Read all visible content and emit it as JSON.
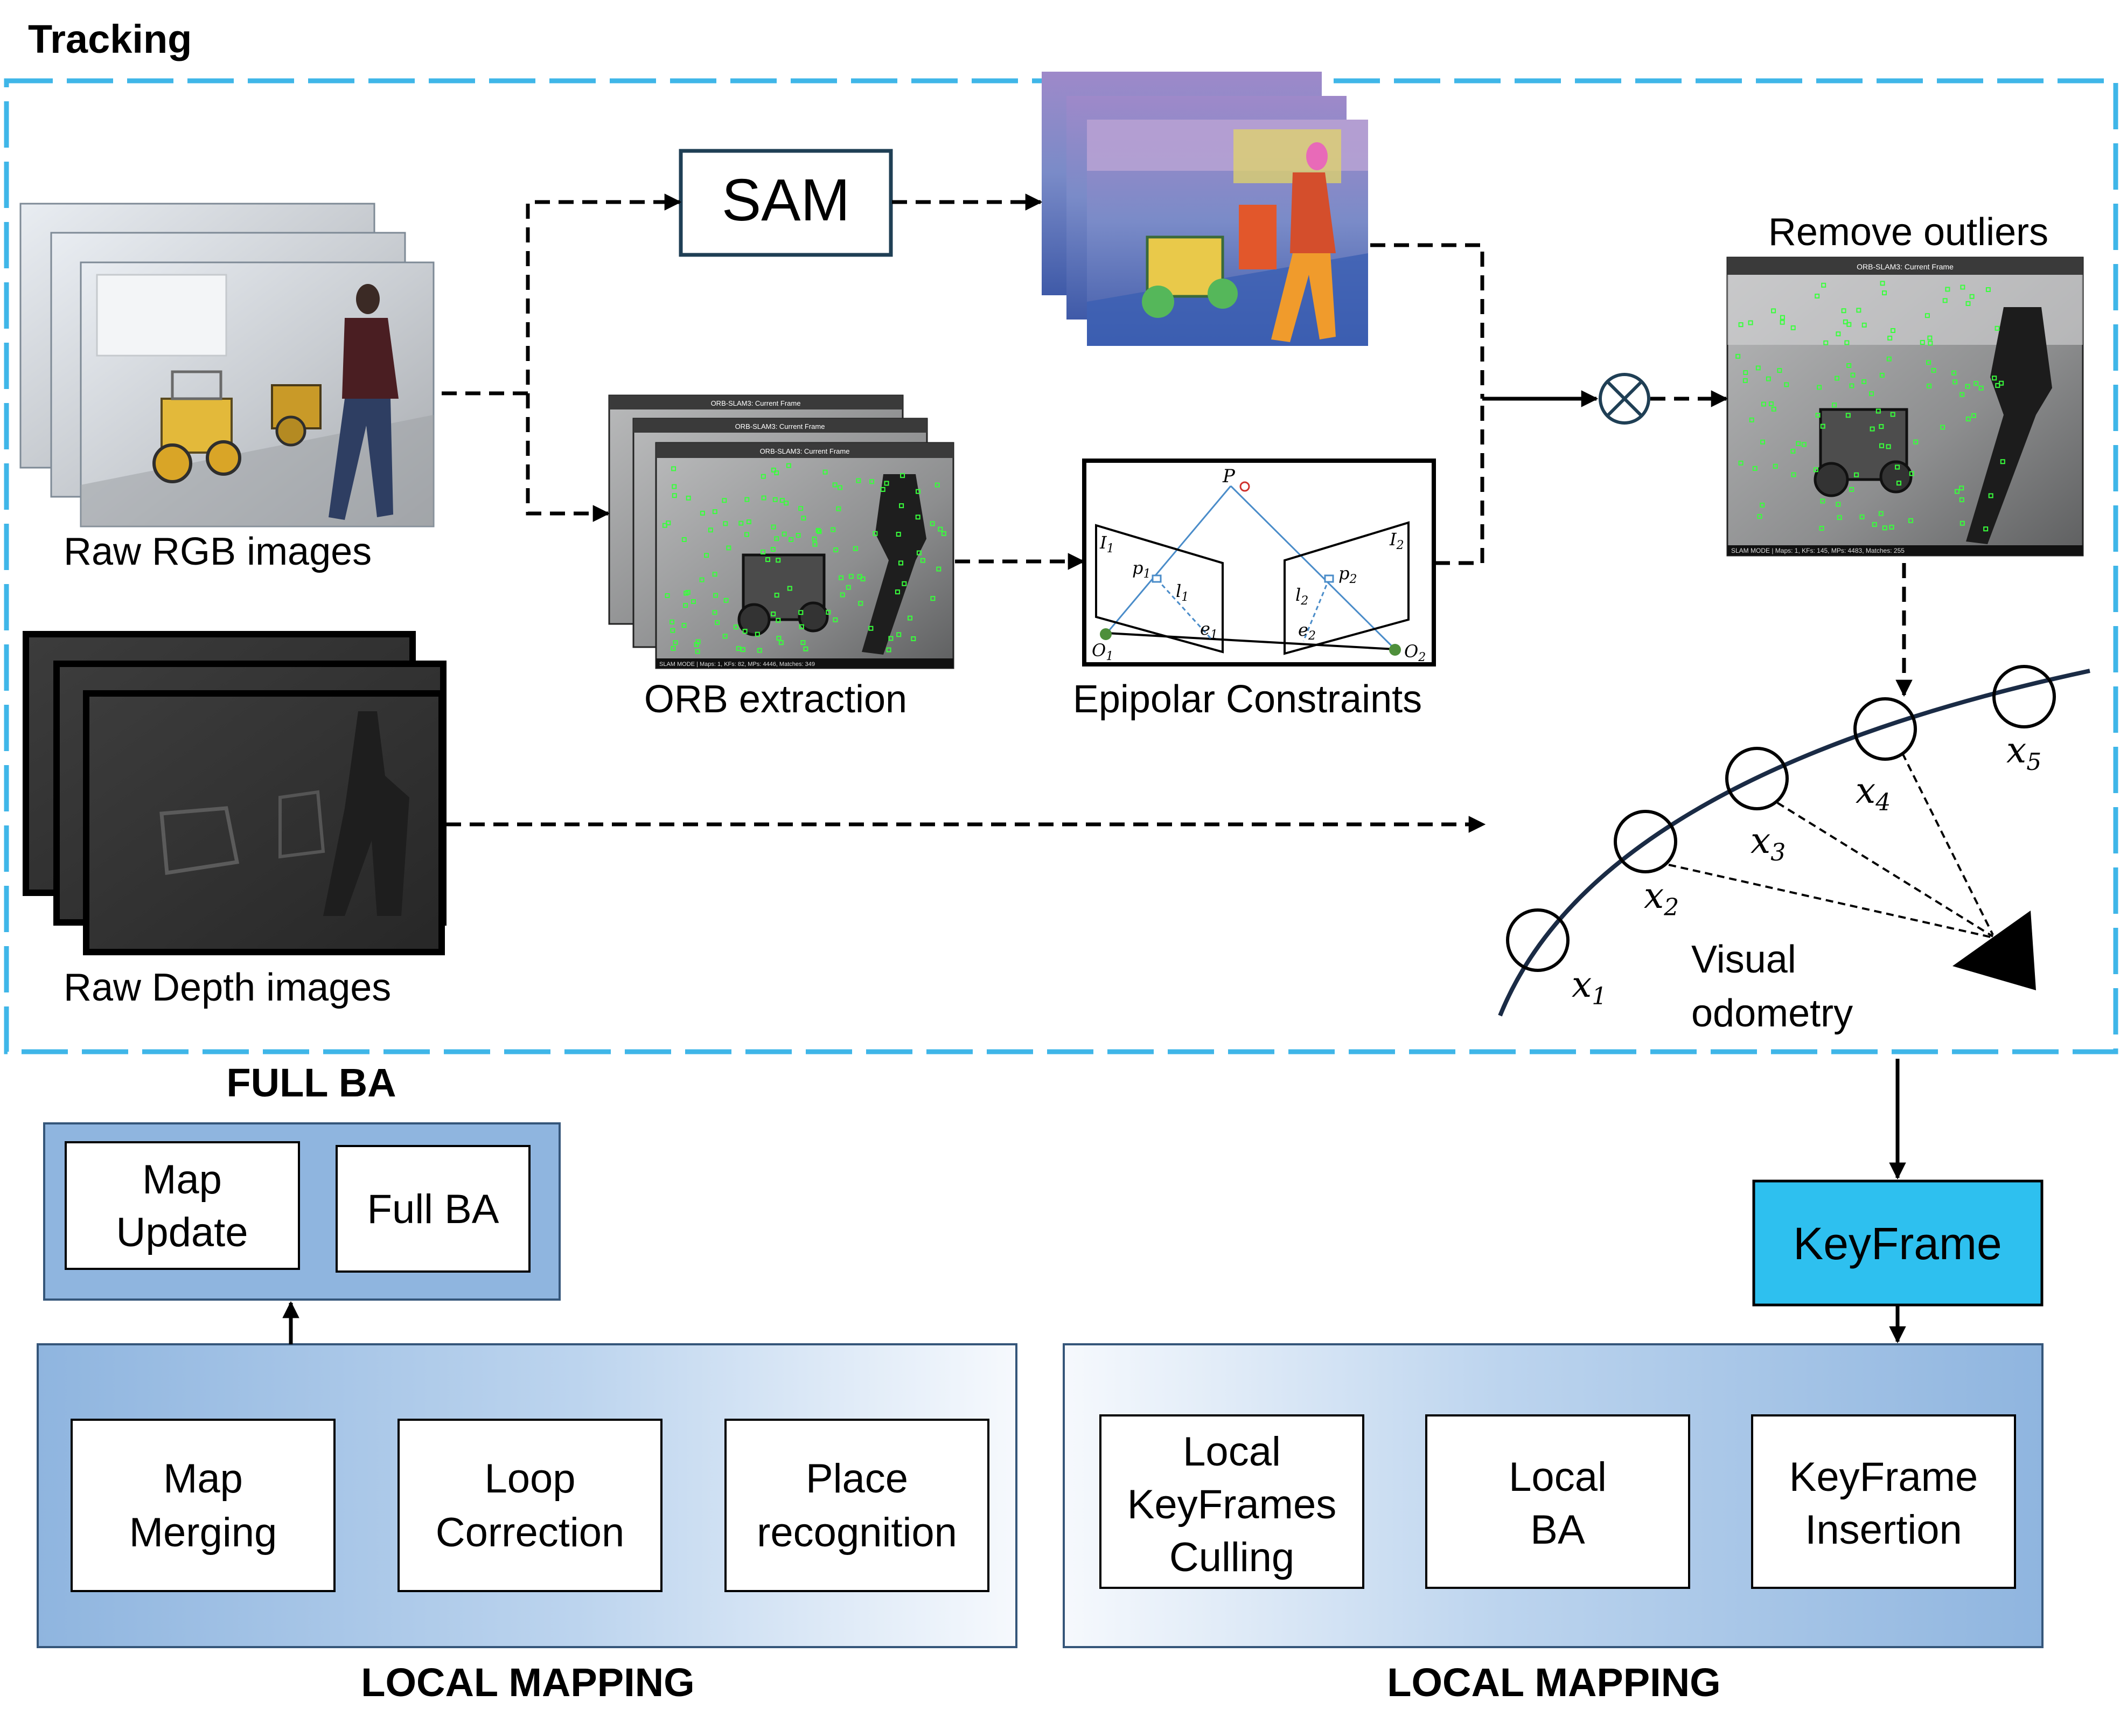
{
  "tracking": {
    "title": "Tracking",
    "labels": {
      "raw_rgb": "Raw RGB images",
      "raw_depth": "Raw Depth images",
      "sam": "SAM",
      "orb": "ORB extraction",
      "epipolar": "Epipolar Constraints",
      "remove_outliers": "Remove outliers",
      "visual_odometry_line1": "Visual",
      "visual_odometry_line2": "odometry"
    },
    "orb_window_title": "ORB-SLAM3: Current Frame",
    "orb_status": "SLAM MODE |  Maps: 1, KFs: 82, MPs: 4446, Matches: 349",
    "outlier_window_title": "ORB-SLAM3: Current Frame",
    "outlier_status": "SLAM MODE |  Maps: 1, KFs: 145, MPs: 4483, Matches: 255",
    "epipolar_symbols": {
      "P": "P",
      "I1": "I",
      "I1_sub": "1",
      "I2": "I",
      "I2_sub": "2",
      "p1": "p",
      "p1_sub": "1",
      "p2": "p",
      "p2_sub": "2",
      "l1": "l",
      "l1_sub": "1",
      "l2": "l",
      "l2_sub": "2",
      "e1": "e",
      "e1_sub": "1",
      "e2": "e",
      "e2_sub": "2",
      "O1": "O",
      "O1_sub": "1",
      "O2": "O",
      "O2_sub": "2"
    },
    "poses": [
      {
        "sym": "x",
        "sub": "1"
      },
      {
        "sym": "x",
        "sub": "2"
      },
      {
        "sym": "x",
        "sub": "3"
      },
      {
        "sym": "x",
        "sub": "4"
      },
      {
        "sym": "x",
        "sub": "5"
      }
    ]
  },
  "full_ba": {
    "title": "FULL BA",
    "map_update": [
      "Map",
      "Update"
    ],
    "full_ba": "Full BA"
  },
  "keyframe": "KeyFrame",
  "loop_section": {
    "title": "LOCAL MAPPING",
    "map_merging": [
      "Map",
      "Merging"
    ],
    "loop_correction": [
      "Loop",
      "Correction"
    ],
    "place_recognition": [
      "Place",
      "recognition"
    ]
  },
  "local_mapping": {
    "title": "LOCAL MAPPING",
    "culling": [
      "Local",
      "KeyFrames",
      "Culling"
    ],
    "local_ba": [
      "Local",
      "BA"
    ],
    "insertion": [
      "KeyFrame",
      "Insertion"
    ]
  },
  "colors": {
    "tracking_border": "#3FB6E8",
    "keyframe_fill": "#2EC0EF",
    "panel_blue": "#8FB5DF",
    "panel_light": "#F4F8FC",
    "feature_green": "#39FF3C",
    "epipolar_line": "#4A8CC9"
  }
}
